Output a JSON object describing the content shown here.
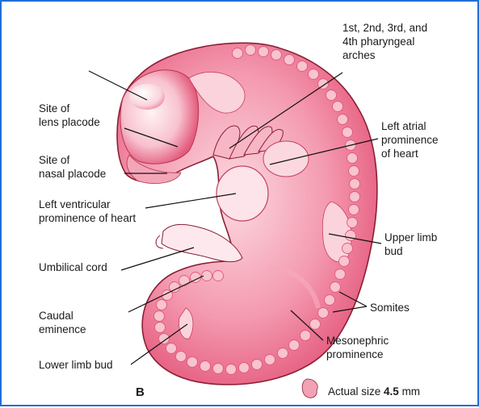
{
  "figure": {
    "panel_letter": "B",
    "labels": {
      "arches": "1st, 2nd, 3rd, and\n4th pharyngeal\narches",
      "lens": "Site of\nlens placode",
      "nasal": "Site of\nnasal placode",
      "atrial": "Left atrial\nprominence\nof heart",
      "ventricular": "Left ventricular\nprominence of heart",
      "upper_limb": "Upper limb\nbud",
      "umbilical": "Umbilical cord",
      "caudal": "Caudal\neminence",
      "somites": "Somites",
      "lower_limb": "Lower limb bud",
      "mesonephric": "Mesonephric\nprominence"
    },
    "scale": {
      "prefix": "Actual size ",
      "value": "4.5",
      "unit": " mm"
    }
  },
  "colors": {
    "frame_border": "#1e6fd9",
    "embryo_fill": "#ee6f88",
    "embryo_outline": "#8a1f33",
    "somite_fill": "#f8c4cf"
  }
}
